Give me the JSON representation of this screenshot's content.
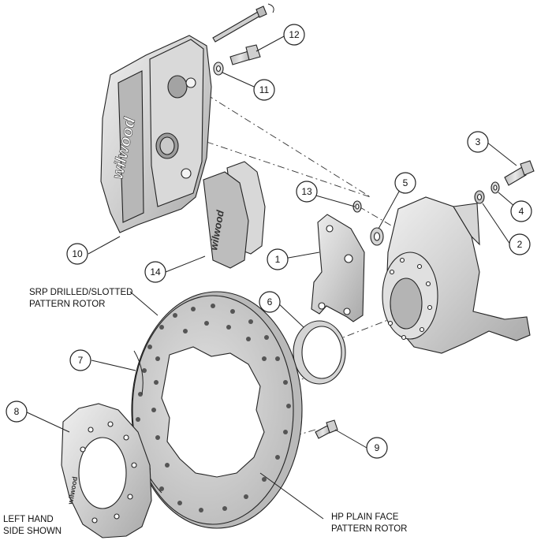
{
  "callouts": [
    {
      "id": "1",
      "label": "1"
    },
    {
      "id": "2",
      "label": "2"
    },
    {
      "id": "3",
      "label": "3"
    },
    {
      "id": "4",
      "label": "4"
    },
    {
      "id": "5",
      "label": "5"
    },
    {
      "id": "6",
      "label": "6"
    },
    {
      "id": "7",
      "label": "7"
    },
    {
      "id": "8",
      "label": "8"
    },
    {
      "id": "9",
      "label": "9"
    },
    {
      "id": "10",
      "label": "10"
    },
    {
      "id": "11",
      "label": "11"
    },
    {
      "id": "12",
      "label": "12"
    },
    {
      "id": "13",
      "label": "13"
    },
    {
      "id": "14",
      "label": "14"
    }
  ],
  "labels": {
    "srp_line1": "SRP DRILLED/SLOTTED",
    "srp_line2": "PATTERN ROTOR",
    "hp_line1": "HP PLAIN FACE",
    "hp_line2": "PATTERN ROTOR",
    "side_line1": "LEFT HAND",
    "side_line2": "SIDE SHOWN"
  },
  "logos": {
    "caliper_brand": "wilwood",
    "pad_brand": "wilwood",
    "hat_brand": "wilwood"
  },
  "colors": {
    "metal_light": "#e6e6e6",
    "metal_mid": "#c8c8c8",
    "metal_dark": "#9a9a9a",
    "outline": "#222222"
  }
}
